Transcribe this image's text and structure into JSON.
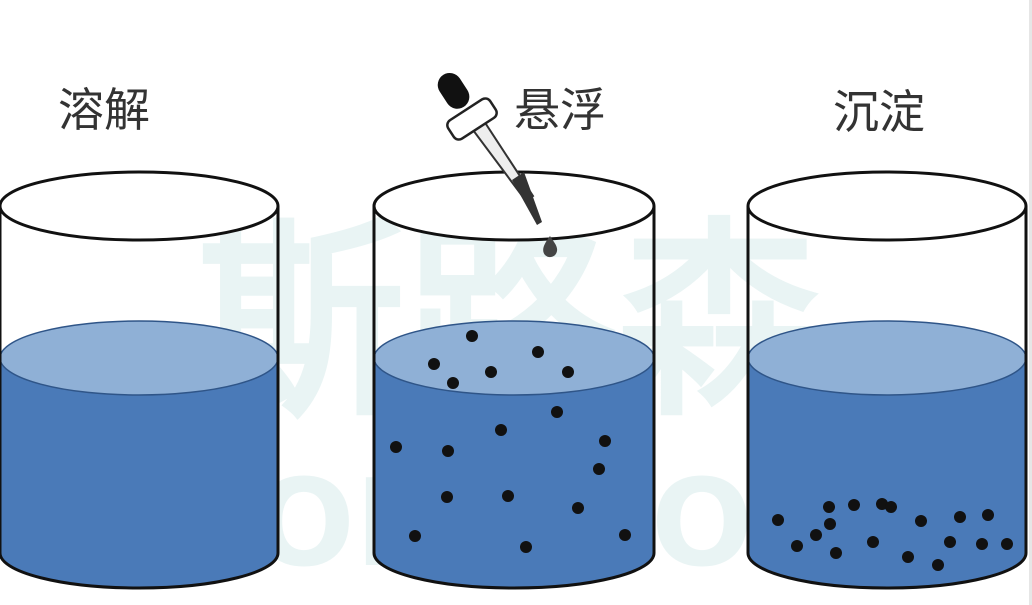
{
  "labels": {
    "dissolve": "溶解",
    "suspend": "悬浮",
    "sediment": "沉淀"
  },
  "watermark": {
    "brand": "斯路森",
    "brand_en": "SOLUTION"
  },
  "colors": {
    "water_body": "#4a7ab8",
    "water_surface": "#8fb0d6",
    "outline": "#111111",
    "particle": "#111111",
    "text": "#333333",
    "watermark": "#d8ecec"
  }
}
